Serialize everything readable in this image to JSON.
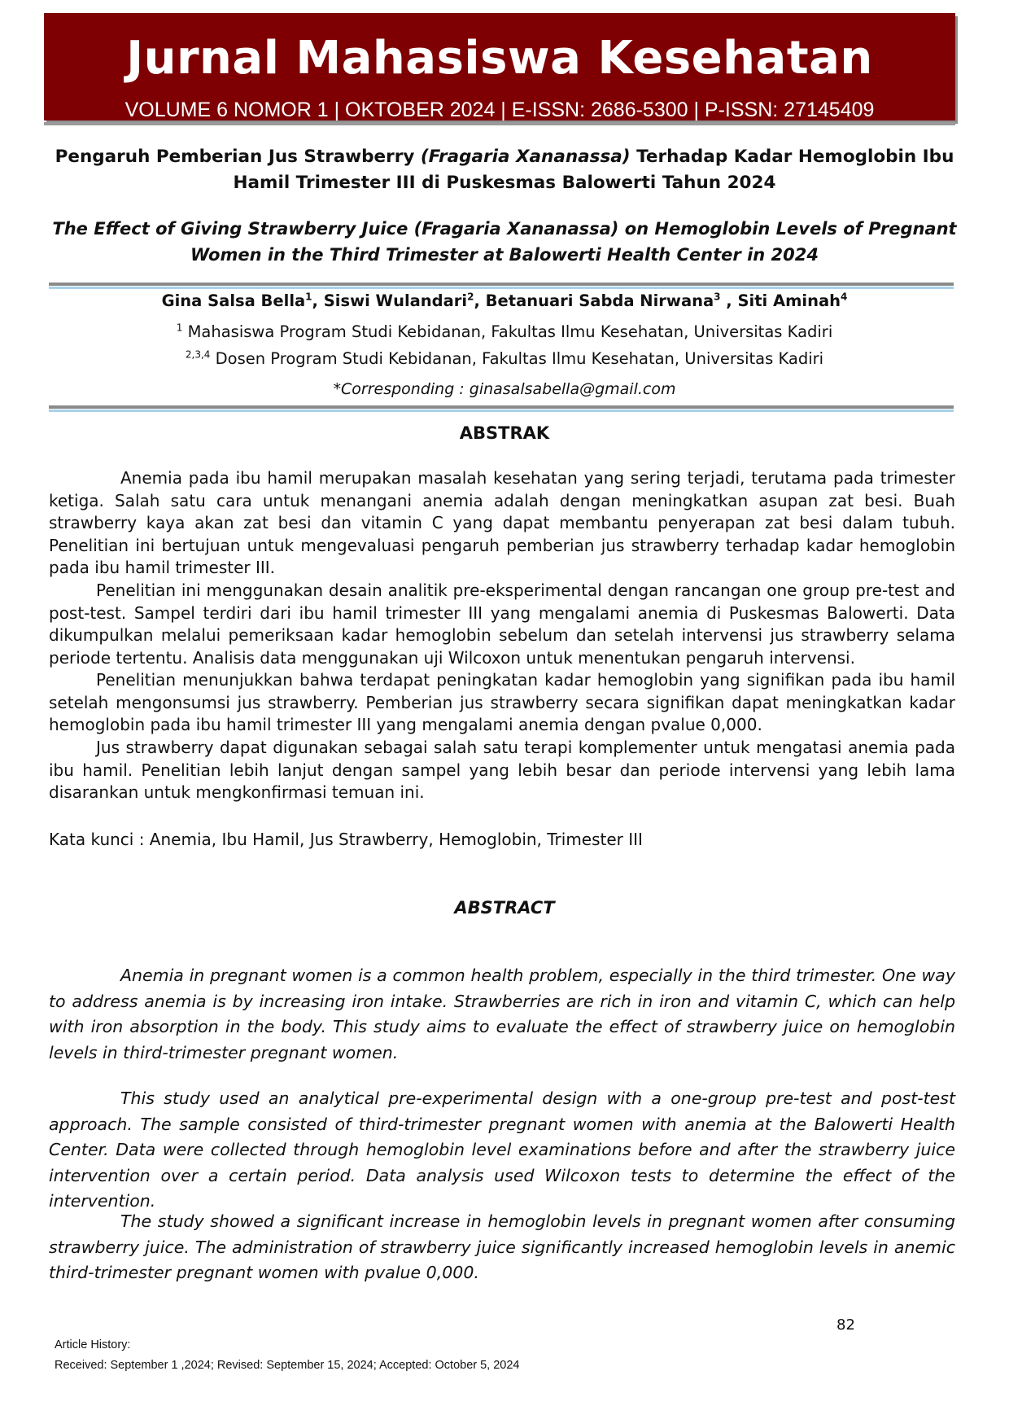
{
  "header": {
    "journal_title": "Jurnal Mahasiswa Kesehatan",
    "meta": "VOLUME 6 NOMOR 1 | OKTOBER 2024 | E-ISSN: 2686-5300 | P-ISSN: 27145409",
    "colors": {
      "banner": "#7e0003",
      "rule": "#a7d1ea"
    }
  },
  "title_id": {
    "line1_start": "Pengaruh Pemberian Jus Strawberry ",
    "line1_italic": "(Fragaria Xananassa)",
    "line1_end": " Terhadap Kadar Hemoglobin Ibu",
    "line2": "Hamil Trimester III di Puskesmas Balowerti Tahun 2024"
  },
  "title_en": {
    "line1": "The Effect of Giving Strawberry Juice (Fragaria Xananassa) on Hemoglobin Levels of Pregnant",
    "line2": "Women in the Third Trimester at Balowerti Health Center in 2024"
  },
  "authors": [
    {
      "name": "Gina Salsa Bella",
      "sup": "1",
      "sep": ", "
    },
    {
      "name": "Siswi Wulandari",
      "sup": "2",
      "sep": ", "
    },
    {
      "name": "Betanuari Sabda Nirwana",
      "sup": "3",
      "sep": " , "
    },
    {
      "name": "Siti Aminah",
      "sup": "4",
      "sep": ""
    }
  ],
  "affiliations": [
    {
      "sup": "1",
      "text": " Mahasiswa Program Studi Kebidanan, Fakultas Ilmu Kesehatan, Universitas Kadiri"
    },
    {
      "sup": "2,3,4",
      "text": " Dosen Program Studi Kebidanan, Fakultas Ilmu Kesehatan, Universitas Kadiri"
    }
  ],
  "corresponding": "*Corresponding :  ginasalsabella@gmail.com",
  "abstrak": {
    "heading": "ABSTRAK",
    "paragraphs": [
      "Anemia pada ibu hamil merupakan masalah kesehatan yang sering terjadi, terutama pada trimester ketiga. Salah satu cara untuk menangani anemia adalah dengan meningkatkan asupan zat besi. Buah strawberry kaya akan zat besi dan vitamin C yang dapat membantu penyerapan zat besi dalam tubuh. Penelitian ini bertujuan untuk mengevaluasi pengaruh pemberian jus strawberry terhadap kadar hemoglobin pada ibu hamil trimester III.",
      "Penelitian ini menggunakan desain analitik pre-eksperimental dengan rancangan one group pre-test and post-test. Sampel terdiri dari ibu hamil trimester III yang mengalami anemia di Puskesmas Balowerti. Data dikumpulkan melalui pemeriksaan kadar hemoglobin sebelum dan setelah intervensi jus strawberry selama periode tertentu. Analisis data menggunakan uji Wilcoxon untuk menentukan pengaruh intervensi.",
      "Penelitian menunjukkan bahwa terdapat peningkatan kadar hemoglobin yang signifikan pada ibu hamil setelah mengonsumsi jus strawberry. Pemberian jus strawberry secara signifikan dapat meningkatkan kadar hemoglobin pada ibu hamil trimester III yang mengalami anemia dengan pvalue 0,000.",
      "Jus strawberry dapat digunakan sebagai salah satu terapi komplementer untuk mengatasi anemia pada ibu hamil. Penelitian lebih lanjut dengan sampel yang lebih besar dan periode intervensi yang lebih lama disarankan untuk mengkonfirmasi temuan ini."
    ],
    "keywords": "Kata kunci : Anemia, Ibu Hamil, Jus Strawberry, Hemoglobin, Trimester III"
  },
  "abstract": {
    "heading": "ABSTRACT",
    "paragraphs": [
      "Anemia in pregnant women is a common health problem, especially in the third trimester. One way to address anemia is by increasing iron intake. Strawberries are rich in iron and vitamin C, which can help with iron absorption in the body. This study aims to evaluate the effect of strawberry juice on hemoglobin levels in third-trimester pregnant women.",
      "This study used an analytical pre-experimental design with a one-group pre-test and post-test approach. The sample consisted of third-trimester pregnant women with anemia at the Balowerti Health Center. Data were collected through hemoglobin level examinations before and after the strawberry juice intervention over a certain period. Data analysis used Wilcoxon tests to determine the effect of the intervention.",
      "The study showed a significant increase in hemoglobin levels in pregnant women after consuming strawberry juice. The administration of strawberry juice significantly increased hemoglobin levels in anemic third-trimester pregnant women with pvalue 0,000."
    ]
  },
  "footer": {
    "page_number": "82",
    "history_label": "Article History:",
    "history_text": "Received: September 1 ,2024; Revised: September 15, 2024; Accepted: October 5, 2024"
  }
}
